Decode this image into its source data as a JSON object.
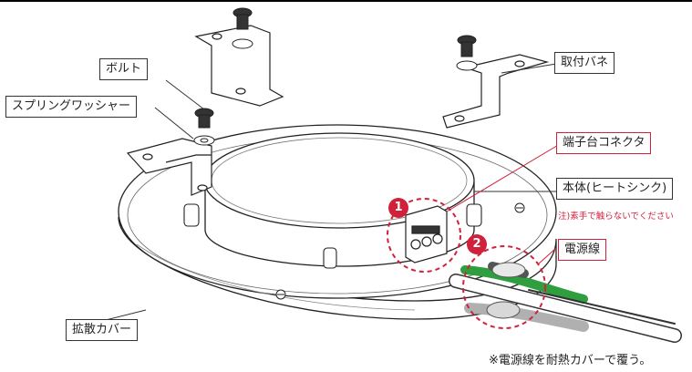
{
  "labels": {
    "bolt": "ボルト",
    "spring_washer": "スプリングワッシャー",
    "mounting_spring": "取付バネ",
    "terminal_connector": "端子台コネクタ",
    "body_heatsink": "本体(ヒートシンク)",
    "power_wire": "電源線",
    "diffuser_cover": "拡散カバー"
  },
  "notes": {
    "do_not_touch": "注)素手で触らないでください"
  },
  "caption": "※電源線を耐熱カバーで覆う。",
  "badges": {
    "one": "1",
    "two": "2"
  },
  "colors": {
    "accent_red": "#d0203a",
    "wire_green": "#2e9e3e",
    "wire_gray": "#b0b0b0"
  }
}
